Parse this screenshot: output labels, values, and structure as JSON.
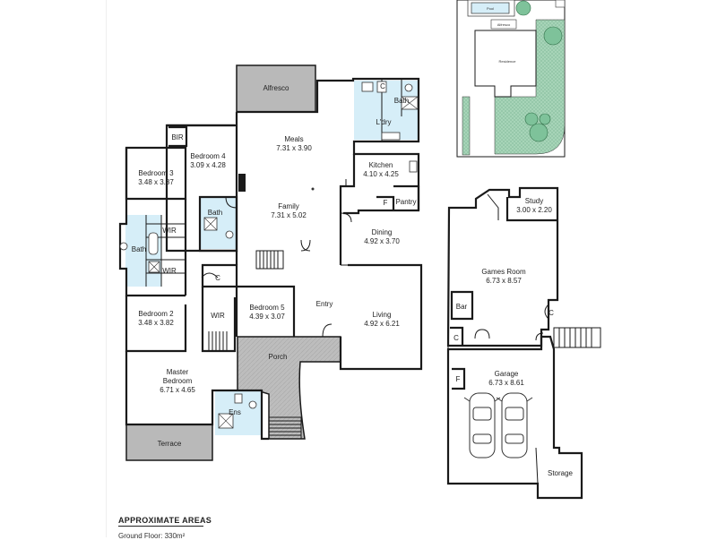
{
  "rooms": {
    "alfresco": {
      "name": "Alfresco"
    },
    "meals": {
      "name": "Meals",
      "dims": "7.31 x 3.90"
    },
    "bath_ldry": {
      "name": "Bath"
    },
    "ldry": {
      "name": "L'dry"
    },
    "kitchen": {
      "name": "Kitchen",
      "dims": "4.10 x 4.25"
    },
    "pantry": {
      "name": "Pantry"
    },
    "family": {
      "name": "Family",
      "dims": "7.31 x 5.02"
    },
    "bedroom4": {
      "name": "Bedroom 4",
      "dims": "3.09 x 4.28"
    },
    "bir": {
      "name": "BIR"
    },
    "bedroom3": {
      "name": "Bedroom 3",
      "dims": "3.48 x 3.87"
    },
    "bath_mid": {
      "name": "Bath"
    },
    "bath_left": {
      "name": "Bath"
    },
    "wir_top": {
      "name": "WIR"
    },
    "wir_bottom": {
      "name": "WIR"
    },
    "bedroom2": {
      "name": "Bedroom 2",
      "dims": "3.48 x 3.82"
    },
    "wir_center": {
      "name": "WIR"
    },
    "bedroom5": {
      "name": "Bedroom 5",
      "dims": "4.39 x 3.07"
    },
    "entry": {
      "name": "Entry"
    },
    "dining": {
      "name": "Dining",
      "dims": "4.92 x 3.70"
    },
    "living": {
      "name": "Living",
      "dims": "4.92 x 6.21"
    },
    "porch": {
      "name": "Porch"
    },
    "master": {
      "name": "Master",
      "name2": "Bedroom",
      "dims": "6.71 x 4.65"
    },
    "ens": {
      "name": "Ens"
    },
    "terrace": {
      "name": "Terrace"
    },
    "study": {
      "name": "Study",
      "dims": "3.00 x 2.20"
    },
    "games": {
      "name": "Games Room",
      "dims": "6.73 x 8.57"
    },
    "bar": {
      "name": "Bar"
    },
    "garage": {
      "name": "Garage",
      "dims": "6.73 x 8.61"
    },
    "storage": {
      "name": "Storage"
    }
  },
  "markers": {
    "c": "C",
    "f": "F"
  },
  "site": {
    "pool": "Pool",
    "alfresco": "Alfresco",
    "residence": "Residence"
  },
  "areas": {
    "title": "APPROXIMATE AREAS",
    "ground": "Ground Floor: 330m²"
  },
  "colors": {
    "wet_area": "#d6eef8",
    "outdoor": "#b9b9b9",
    "site_green": "#9ccdb0"
  }
}
